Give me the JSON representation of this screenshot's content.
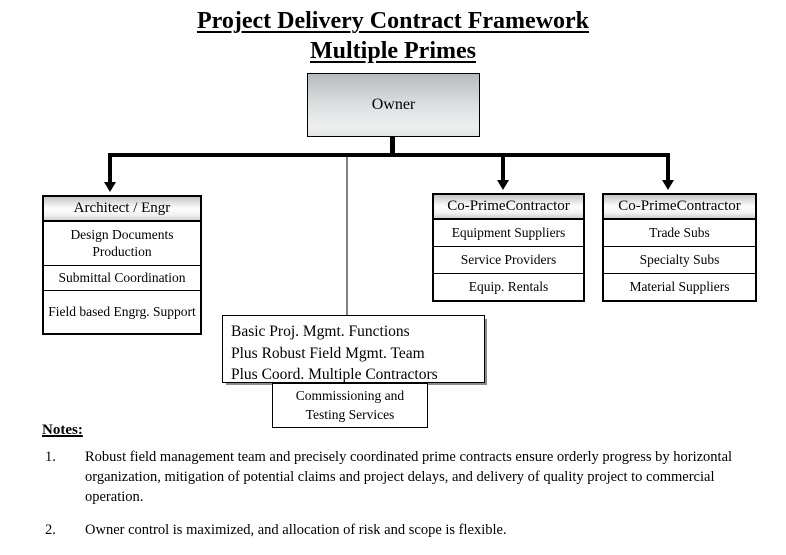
{
  "title": {
    "line1": "Project Delivery Contract Framework",
    "line2": "Multiple Primes"
  },
  "owner": {
    "label": "Owner"
  },
  "columns": [
    {
      "header": "Architect / Engr",
      "rows": [
        "Design Documents Production",
        "Submittal Coordination",
        "Field based Engrg. Support"
      ]
    },
    {
      "header": "Co-PrimeContractor",
      "rows": [
        "Equipment Suppliers",
        "Service Providers",
        "Equip. Rentals"
      ]
    },
    {
      "header": "Co-PrimeContractor",
      "rows": [
        "Trade Subs",
        "Specialty Subs",
        "Material Suppliers"
      ]
    }
  ],
  "center": {
    "management_box": {
      "lines": [
        "Basic Proj. Mgmt. Functions",
        "Plus Robust Field Mgmt. Team",
        "Plus Coord. Multiple Contractors"
      ]
    },
    "commissioning_box": {
      "lines": [
        "Commissioning and",
        "Testing Services"
      ]
    }
  },
  "notes": {
    "heading": "Notes:",
    "items": [
      {
        "number": "1.",
        "text": "Robust field management team and precisely coordinated prime contracts ensure orderly progress by horizontal organization, mitigation of potential claims and project delays, and delivery of quality project to commercial operation."
      },
      {
        "number": "2.",
        "text": "Owner control is maximized, and allocation of risk and scope is flexible."
      }
    ]
  },
  "colors": {
    "connector": "#000000",
    "thin_connector": "#808080",
    "box_border": "#000000",
    "header_gradient_top": "#c6c6c6",
    "header_gradient_bottom": "#cfcfcf",
    "owner_gradient_top": "#b6babd",
    "owner_gradient_bottom": "#eef0f0",
    "background": "#ffffff"
  }
}
